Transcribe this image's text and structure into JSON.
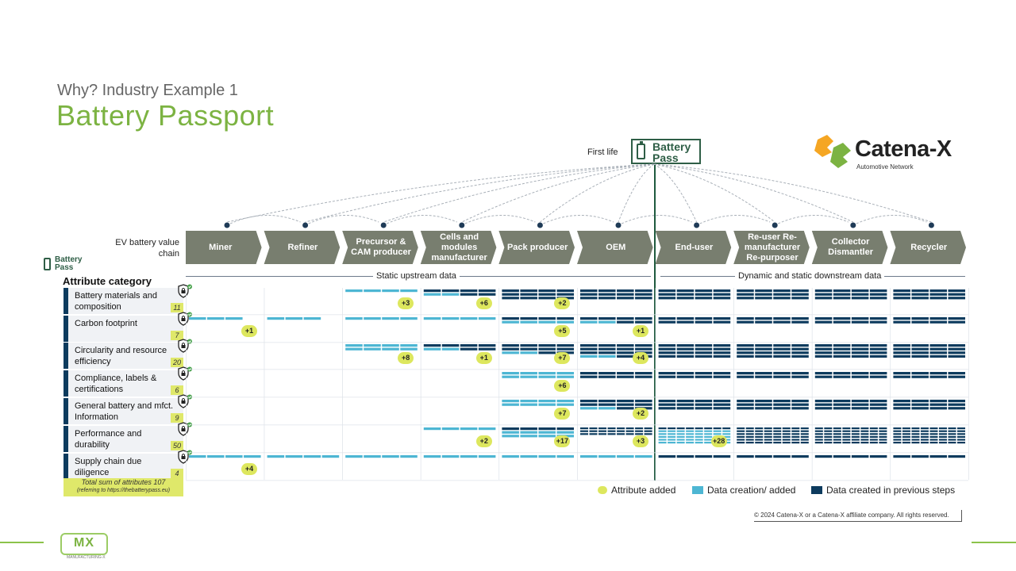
{
  "header": {
    "subtitle": "Why? Industry Example 1",
    "title": "Battery Passport"
  },
  "top": {
    "first_life": "First life",
    "battery_pass_logo": "Battery Pass",
    "catena_name": "Catena-X",
    "catena_sub": "Automotive Network"
  },
  "value_chain": {
    "label": "EV battery value chain",
    "steps": [
      "Miner",
      "Refiner",
      "Precursor & CAM producer",
      "Cells and modules manufacturer",
      "Pack producer",
      "OEM",
      "End-user",
      "Re-user Re-manufacturer Re-purposer",
      "Collector Dismantler",
      "Recycler"
    ],
    "chevron_color": "#787e6f"
  },
  "sections": {
    "static": "Static upstream data",
    "dynamic": "Dynamic and static downstream data"
  },
  "attribute_category_title": "Attribute category",
  "small_logo": "Battery Pass",
  "categories": [
    {
      "label": "Battery materials and composition",
      "count": "11",
      "cells": [
        {
          "type": "empty"
        },
        {
          "type": "empty"
        },
        {
          "type": "added",
          "rows": 1
        },
        {
          "type": "mixed",
          "rows": 2
        },
        {
          "type": "prev",
          "rows": 3
        },
        {
          "type": "prev",
          "rows": 3
        },
        {
          "type": "prev",
          "rows": 3
        },
        {
          "type": "prev",
          "rows": 3
        },
        {
          "type": "prev",
          "rows": 3
        },
        {
          "type": "prev",
          "rows": 3
        }
      ],
      "badges": [
        {
          "col": 2,
          "text": "+3"
        },
        {
          "col": 3,
          "text": "+6"
        },
        {
          "col": 4,
          "text": "+2"
        }
      ]
    },
    {
      "label": "Carbon footprint",
      "count": "7",
      "cells": [
        {
          "type": "added",
          "rows": 1
        },
        {
          "type": "added",
          "rows": 1
        },
        {
          "type": "added",
          "rows": 1
        },
        {
          "type": "added",
          "rows": 1
        },
        {
          "type": "addedmix",
          "rows": 2
        },
        {
          "type": "mixed",
          "rows": 2
        },
        {
          "type": "prev",
          "rows": 2
        },
        {
          "type": "prev",
          "rows": 2
        },
        {
          "type": "prev",
          "rows": 2
        },
        {
          "type": "prev",
          "rows": 2
        }
      ],
      "badges": [
        {
          "col": 0,
          "text": "+1"
        },
        {
          "col": 4,
          "text": "+5"
        },
        {
          "col": 5,
          "text": "+1"
        }
      ]
    },
    {
      "label": "Circularity and resource efficiency",
      "count": "20",
      "cells": [
        {
          "type": "empty"
        },
        {
          "type": "empty"
        },
        {
          "type": "added",
          "rows": 2
        },
        {
          "type": "mixed",
          "rows": 2
        },
        {
          "type": "mixed",
          "rows": 3
        },
        {
          "type": "mixed",
          "rows": 4
        },
        {
          "type": "prev",
          "rows": 4
        },
        {
          "type": "prev",
          "rows": 4
        },
        {
          "type": "prev",
          "rows": 4
        },
        {
          "type": "prev",
          "rows": 4
        }
      ],
      "badges": [
        {
          "col": 2,
          "text": "+8"
        },
        {
          "col": 3,
          "text": "+1"
        },
        {
          "col": 4,
          "text": "+7"
        },
        {
          "col": 5,
          "text": "+4"
        }
      ]
    },
    {
      "label": "Compliance, labels & certifications",
      "count": "6",
      "cells": [
        {
          "type": "empty"
        },
        {
          "type": "empty"
        },
        {
          "type": "empty"
        },
        {
          "type": "empty"
        },
        {
          "type": "added",
          "rows": 2
        },
        {
          "type": "prev",
          "rows": 2
        },
        {
          "type": "prev",
          "rows": 2
        },
        {
          "type": "prev",
          "rows": 2
        },
        {
          "type": "prev",
          "rows": 2
        },
        {
          "type": "prev",
          "rows": 2
        }
      ],
      "badges": [
        {
          "col": 4,
          "text": "+6"
        }
      ]
    },
    {
      "label": "General battery and mfct. Information",
      "count": "9",
      "cells": [
        {
          "type": "empty"
        },
        {
          "type": "empty"
        },
        {
          "type": "empty"
        },
        {
          "type": "empty"
        },
        {
          "type": "added",
          "rows": 2
        },
        {
          "type": "mixed",
          "rows": 3
        },
        {
          "type": "prev",
          "rows": 3
        },
        {
          "type": "prev",
          "rows": 3
        },
        {
          "type": "prev",
          "rows": 3
        },
        {
          "type": "prev",
          "rows": 3
        }
      ],
      "badges": [
        {
          "col": 4,
          "text": "+7"
        },
        {
          "col": 5,
          "text": "+2"
        }
      ]
    },
    {
      "label": "Performance and durability",
      "count": "50",
      "cells": [
        {
          "type": "empty"
        },
        {
          "type": "empty"
        },
        {
          "type": "empty"
        },
        {
          "type": "added",
          "rows": 1
        },
        {
          "type": "addedmix",
          "rows": 3
        },
        {
          "type": "prevdense",
          "rows": 3
        },
        {
          "type": "addedmixdense",
          "rows": 6
        },
        {
          "type": "prevdense",
          "rows": 6
        },
        {
          "type": "prevdense",
          "rows": 6
        },
        {
          "type": "prevdense",
          "rows": 6
        }
      ],
      "badges": [
        {
          "col": 3,
          "text": "+2"
        },
        {
          "col": 4,
          "text": "+17"
        },
        {
          "col": 5,
          "text": "+3"
        },
        {
          "col": 6,
          "text": "+28"
        }
      ]
    },
    {
      "label": "Supply chain due diligence",
      "count": "4",
      "cells": [
        {
          "type": "added",
          "rows": 1
        },
        {
          "type": "added",
          "rows": 1
        },
        {
          "type": "added",
          "rows": 1
        },
        {
          "type": "added",
          "rows": 1
        },
        {
          "type": "added",
          "rows": 1
        },
        {
          "type": "added",
          "rows": 1
        },
        {
          "type": "prev",
          "rows": 1
        },
        {
          "type": "prev",
          "rows": 1
        },
        {
          "type": "prev",
          "rows": 1
        },
        {
          "type": "prev",
          "rows": 1
        }
      ],
      "badges": [
        {
          "col": 0,
          "text": "+4"
        }
      ]
    }
  ],
  "total": {
    "line1": "Total sum of attributes 107",
    "line2": "(referring to https://thebatterypass.eu)"
  },
  "legend": {
    "attribute_added": "Attribute added",
    "data_added": "Data creation/ added",
    "data_prev": "Data created in previous steps"
  },
  "colors": {
    "added": "#4db6d3",
    "prev": "#0d3b5e",
    "badge": "#dde75e",
    "title_green": "#7cb342",
    "line_green": "#1f5a3e"
  },
  "copyright": "© 2024 Catena-X or a Catena-X affiliate company. All rights reserved.",
  "footer_logo": "MX",
  "footer_logo_sub": "MANUFACTURING-X"
}
